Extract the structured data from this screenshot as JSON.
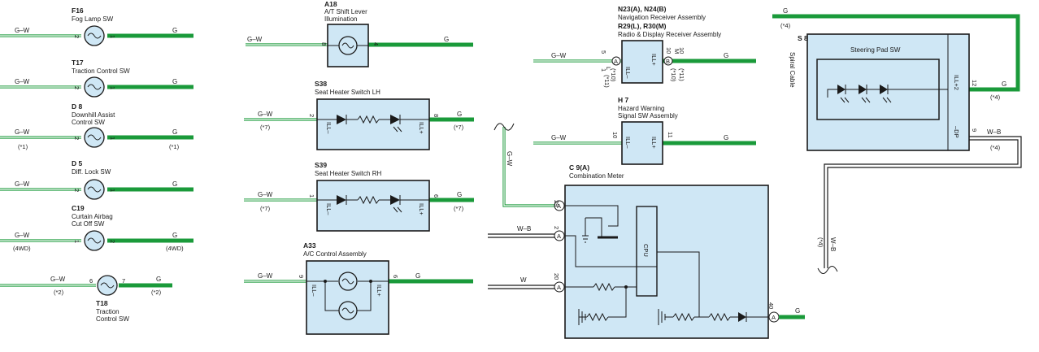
{
  "wire_colors": {
    "green": "#1a9a3a",
    "panel_fill": "#cfe7f5",
    "line": "#1a1a1a"
  },
  "left_column": [
    {
      "code": "F16",
      "name": "Fog Lamp SW",
      "in_color": "G–W",
      "out_color": "G",
      "pin_in": "2",
      "pin_out": "1",
      "note_in": "",
      "note_out": ""
    },
    {
      "code": "T17",
      "name": "Traction Control SW",
      "in_color": "G–W",
      "out_color": "G",
      "pin_in": "2",
      "pin_out": "1",
      "note_in": "",
      "note_out": ""
    },
    {
      "code": "D 8",
      "name": "Downhill Assist",
      "name2": "Control SW",
      "in_color": "G–W",
      "out_color": "G",
      "pin_in": "2",
      "pin_out": "1",
      "note_in": "(*1)",
      "note_out": "(*1)"
    },
    {
      "code": "D 5",
      "name": "Diff. Lock SW",
      "in_color": "G–W",
      "out_color": "G",
      "pin_in": "2",
      "pin_out": "1",
      "note_in": "",
      "note_out": ""
    },
    {
      "code": "C19",
      "name": "Curtain Airbag",
      "name2": "Cut Off SW",
      "in_color": "G–W",
      "out_color": "G",
      "pin_in": "1",
      "pin_out": "2",
      "note_in": "(4WD)",
      "note_out": "(4WD)"
    },
    {
      "code": "T18",
      "name": "Traction",
      "name2": "Control SW",
      "in_color": "G–W",
      "out_color": "G",
      "pin_in": "6",
      "pin_out": "7",
      "note_in": "(*2)",
      "note_out": "(*2)"
    }
  ],
  "a18": {
    "code": "A18",
    "name": "A/T Shift Lever",
    "name2": "Illumination",
    "in_color": "G–W",
    "out_color": "G",
    "pin_in": "8",
    "pin_out": "4"
  },
  "s38": {
    "code": "S38",
    "name": "Seat Heater Switch LH",
    "in_color": "G–W",
    "out_color": "G",
    "pin_in": "2",
    "pin_out": "8",
    "note_in": "(*7)",
    "note_out": "(*7)",
    "ill_minus": "ILL–",
    "ill_plus": "ILL+"
  },
  "s39": {
    "code": "S39",
    "name": "Seat Heater Switch RH",
    "in_color": "G–W",
    "out_color": "G",
    "pin_in": "1",
    "pin_out": "6",
    "note_in": "(*7)",
    "note_out": "(*7)",
    "ill_minus": "ILL–",
    "ill_plus": "ILL+"
  },
  "a33": {
    "code": "A33",
    "name": "A/C Control Assembly",
    "in_color": "G–W",
    "out_color": "G",
    "pin_in": "9",
    "pin_out": "6",
    "ill_minus": "ILL–",
    "ill_plus": "ILL+"
  },
  "nav": {
    "code1": "N23(A), N24(B)",
    "name1": "Navigation Receiver Assembly",
    "code2": "R29(L), R30(M)",
    "name2": "Radio & Display Receiver Assembly",
    "in_color": "G–W",
    "out_color": "G",
    "pin_in": "5",
    "pin_out": "10",
    "conn_in_a": "A",
    "conn_in_b": "L",
    "conn_out_a": "B",
    "conn_out_b": "M",
    "note_in_a": "(*10)",
    "note_in_b": "(*11)",
    "note_out_a": "(*10)",
    "note_out_b": "(*11)",
    "pin_in_b": "1",
    "pin_out_b": "10",
    "ill_minus": "ILL–",
    "ill_plus": "ILL+"
  },
  "h7": {
    "code": "H 7",
    "name": "Hazard Warning",
    "name2": "Signal SW Assembly",
    "in_color": "G–W",
    "out_color": "G",
    "pin_in": "10",
    "pin_out": "11",
    "ill_minus": "ILL–",
    "ill_plus": "ILL+"
  },
  "meter": {
    "code": "C 9(A)",
    "name": "Combination Meter",
    "cpu": "CPU",
    "wire_gw": "G–W",
    "wire_wb": "W–B",
    "wire_w": "W",
    "wire_g": "G",
    "pin_gw": "29",
    "pin_wb": "2",
    "pin_w": "20",
    "pin_g": "40",
    "conn": "A"
  },
  "steering": {
    "code": "S 8",
    "name": "Spiral Cable",
    "pad": "Steering Pad SW",
    "wire_top": "G",
    "wire_top_note": "(*4)",
    "pin_ill": "12",
    "pin_dp": "9",
    "ill2": "ILL+2",
    "dp": "–DP",
    "out_g": "G",
    "out_g_note": "(*4)",
    "out_wb": "W–B",
    "out_wb_note": "(*4)",
    "down_note": "(*4)",
    "down_wb": "W–B"
  }
}
